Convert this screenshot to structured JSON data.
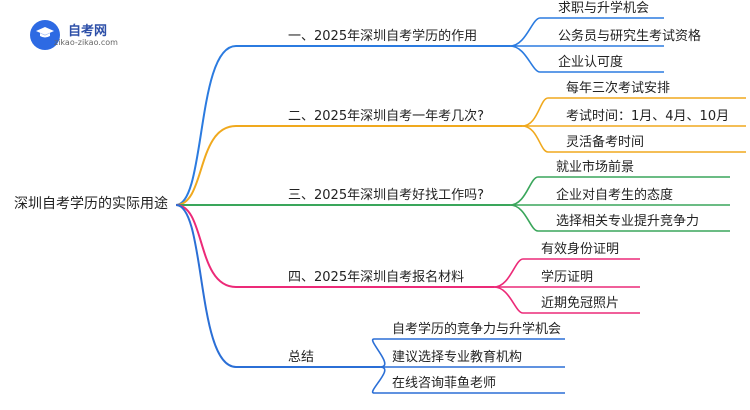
{
  "logo": {
    "name": "自考网",
    "url": "zikao-zikao.com"
  },
  "root": {
    "label": "深圳自考学历的实际用途"
  },
  "branches": [
    {
      "label": "一、2025年深圳自考学历的作用",
      "color": "#2b7be0",
      "leaves": [
        "求职与升学机会",
        "公务员与研究生考试资格",
        "企业认可度"
      ]
    },
    {
      "label": "二、2025年深圳自考一年考几次?",
      "color": "#f0a91e",
      "leaves": [
        "每年三次考试安排",
        "考试时间：1月、4月、10月",
        "灵活备考时间"
      ]
    },
    {
      "label": "三、2025年深圳自考好找工作吗?",
      "color": "#3aa65b",
      "leaves": [
        "就业市场前景",
        "企业对自考生的态度",
        "选择相关专业提升竞争力"
      ]
    },
    {
      "label": "四、2025年深圳自考报名材料",
      "color": "#ec2a78",
      "leaves": [
        "有效身份证明",
        "学历证明",
        "近期免冠照片"
      ]
    },
    {
      "label": "总结",
      "color": "#2b6fd6",
      "leaves": [
        "自考学历的竞争力与升学机会",
        "建议选择专业教育机构",
        "在线咨询菲鱼老师"
      ]
    }
  ]
}
